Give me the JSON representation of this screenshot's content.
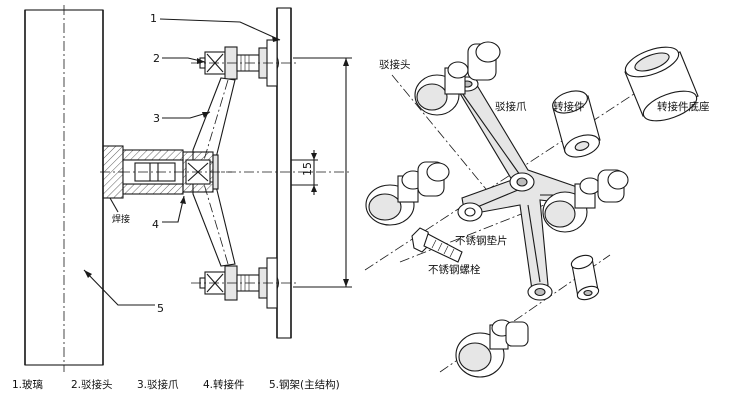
{
  "left_drawing": {
    "callouts": [
      "1",
      "2",
      "3",
      "4",
      "5"
    ],
    "weld_label": "焊接",
    "dimension": "15"
  },
  "legend": [
    "1.玻璃",
    "2.驳接头",
    "3.驳接爪",
    "4.转接件",
    "5.钢架(主结构)"
  ],
  "right_drawing": {
    "labels": {
      "connector_head": "驳接头",
      "spider_claw": "驳接爪",
      "adapter": "转接件",
      "adapter_base": "转接件底座",
      "washer": "不锈钢垫片",
      "bolt": "不锈钢螺栓"
    }
  }
}
